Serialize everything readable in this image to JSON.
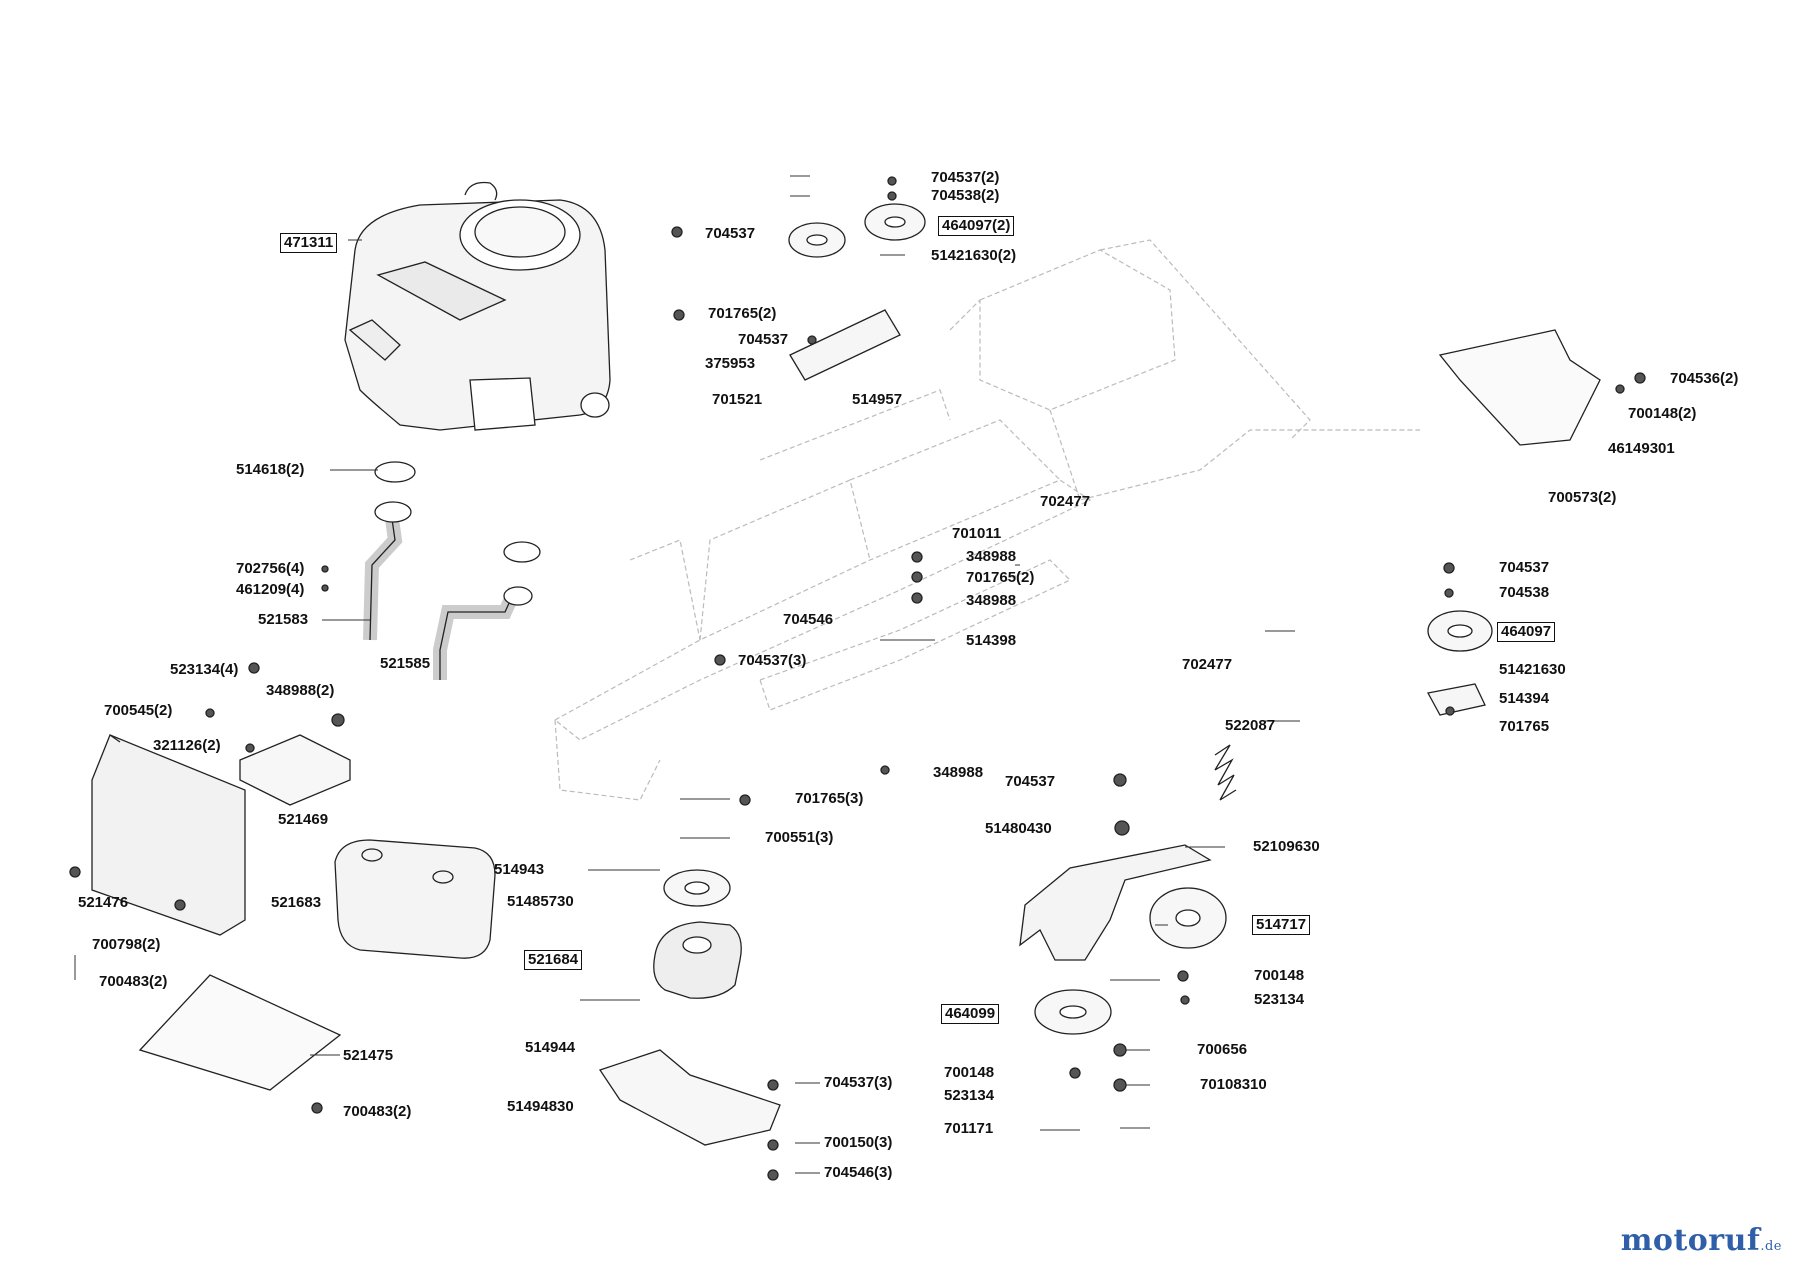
{
  "diagram": {
    "labels": {
      "l471311": "471311",
      "l704537a": "704537",
      "l704537_2": "704537(2)",
      "l704538_2": "704538(2)",
      "l464097_2": "464097(2)",
      "l51421630_2": "51421630(2)",
      "l701765_2a": "701765(2)",
      "l704537b": "704537",
      "l375953": "375953",
      "l514957": "514957",
      "l701521": "701521",
      "l704536_2": "704536(2)",
      "l700148_2": "700148(2)",
      "l46149301": "46149301",
      "l700573_2": "700573(2)",
      "l514618_2": "514618(2)",
      "l702477a": "702477",
      "l701011": "701011",
      "l348988a": "348988",
      "l701765_2b": "701765(2)",
      "l348988b": "348988",
      "l702756_4": "702756(4)",
      "l461209_4": "461209(4)",
      "l521583": "521583",
      "l704546": "704546",
      "l514398": "514398",
      "l704537_3a": "704537(3)",
      "l702477b": "702477",
      "l521585": "521585",
      "l523134_4": "523134(4)",
      "l348988_2": "348988(2)",
      "l700545_2": "700545(2)",
      "l321126_2": "321126(2)",
      "l521469": "521469",
      "l704537c": "704537",
      "l704538": "704538",
      "l464097": "464097",
      "l51421630": "51421630",
      "l514394": "514394",
      "l701765": "701765",
      "l522087": "522087",
      "l348988c": "348988",
      "l704537d": "704537",
      "l701765_3": "701765(3)",
      "l700551_3": "700551(3)",
      "l51480430": "51480430",
      "l52109630": "52109630",
      "l514943": "514943",
      "l521476": "521476",
      "l521683": "521683",
      "l51485730": "51485730",
      "l514717": "514717",
      "l700798_2": "700798(2)",
      "l521684": "521684",
      "l700148a": "700148",
      "l523134a": "523134",
      "l700483_2a": "700483(2)",
      "l464099": "464099",
      "l521475": "521475",
      "l514944": "514944",
      "l700656": "700656",
      "l700148b": "700148",
      "l704537_3b": "704537(3)",
      "l523134b": "523134",
      "l70108310": "70108310",
      "l51494830": "51494830",
      "l701171": "701171",
      "l700150_3": "700150(3)",
      "l700483_2b": "700483(2)",
      "l704546_3": "704546(3)"
    },
    "logo": {
      "main": "motoruf",
      "tld": ".de"
    }
  }
}
